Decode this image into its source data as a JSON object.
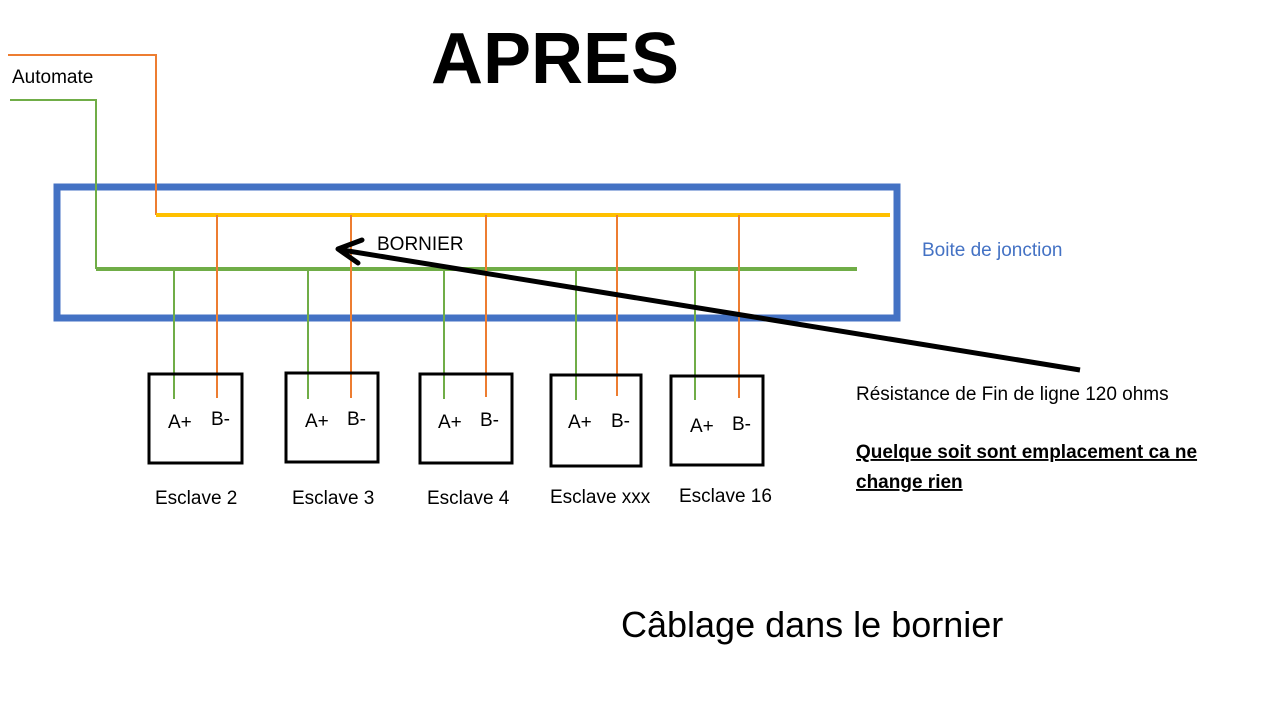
{
  "title": "APRES",
  "labels": {
    "automate": "Automate",
    "bornier": "BORNIER",
    "boite": "Boite de jonction",
    "resistance": "Résistance de Fin de ligne 120 ohms",
    "note_line1": "Quelque soit sont emplacement ca ne",
    "note_line2": "change rien",
    "caption": "Câblage dans le bornier"
  },
  "slaves": [
    {
      "name": "Esclave 2",
      "a": "A+",
      "b": "B-"
    },
    {
      "name": "Esclave 3",
      "a": "A+",
      "b": "B-"
    },
    {
      "name": "Esclave 4",
      "a": "A+",
      "b": "B-"
    },
    {
      "name": "Esclave xxx",
      "a": "A+",
      "b": "B-"
    },
    {
      "name": "Esclave 16",
      "a": "A+",
      "b": "B-"
    }
  ],
  "colors": {
    "box": "#4472C4",
    "orange": "#ED7D31",
    "yellow": "#FFC000",
    "green": "#70AD47"
  }
}
